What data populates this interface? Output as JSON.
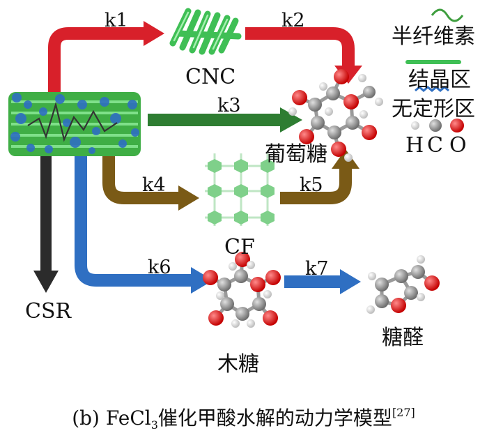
{
  "edges": {
    "k1": "k1",
    "k2": "k2",
    "k3": "k3",
    "k4": "k4",
    "k5": "k5",
    "k6": "k6",
    "k7": "k7"
  },
  "nodes": {
    "cnc": "CNC",
    "glucose": "葡萄糖",
    "cf": "CF",
    "csr": "CSR",
    "xylose": "木糖",
    "furfural": "糖醛"
  },
  "legend": {
    "hemicellulose": "半纤维素",
    "crystalline": "结晶区",
    "amorphous": "无定形区",
    "atom_h": "H",
    "atom_c": "C",
    "atom_o": "O"
  },
  "caption": {
    "prefix": "(b) FeCl",
    "sub": "3",
    "text": "催化甲酸水解的动力学模型",
    "ref": "[27]"
  },
  "colors": {
    "red": "#d8202a",
    "green": "#2e7d32",
    "brown": "#7a5a16",
    "blue": "#2f6fc2",
    "black": "#2b2b2b"
  }
}
